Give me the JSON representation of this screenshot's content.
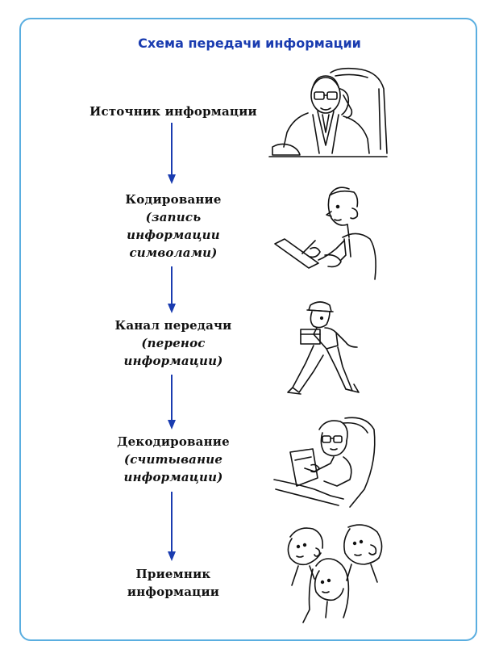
{
  "diagram": {
    "title": "Схема передачи информации",
    "steps": [
      {
        "label": "Источник информации",
        "note": []
      },
      {
        "label": "Кодирование",
        "note": [
          "(запись",
          "информации",
          "символами)"
        ]
      },
      {
        "label": "Канал передачи",
        "note": [
          "(перенос",
          "информации)"
        ]
      },
      {
        "label": "Декодирование",
        "note": [
          "(считывание",
          "информации)"
        ]
      },
      {
        "label": "Приемник",
        "note": [],
        "label2": "информации"
      }
    ],
    "colors": {
      "frame": "#5aaee0",
      "title": "#1a3cb0",
      "arrow": "#1a3cb0"
    },
    "icons": [
      "man-on-phone-icon",
      "man-writing-icon",
      "courier-walking-icon",
      "woman-reading-icon",
      "people-listening-icon"
    ]
  }
}
